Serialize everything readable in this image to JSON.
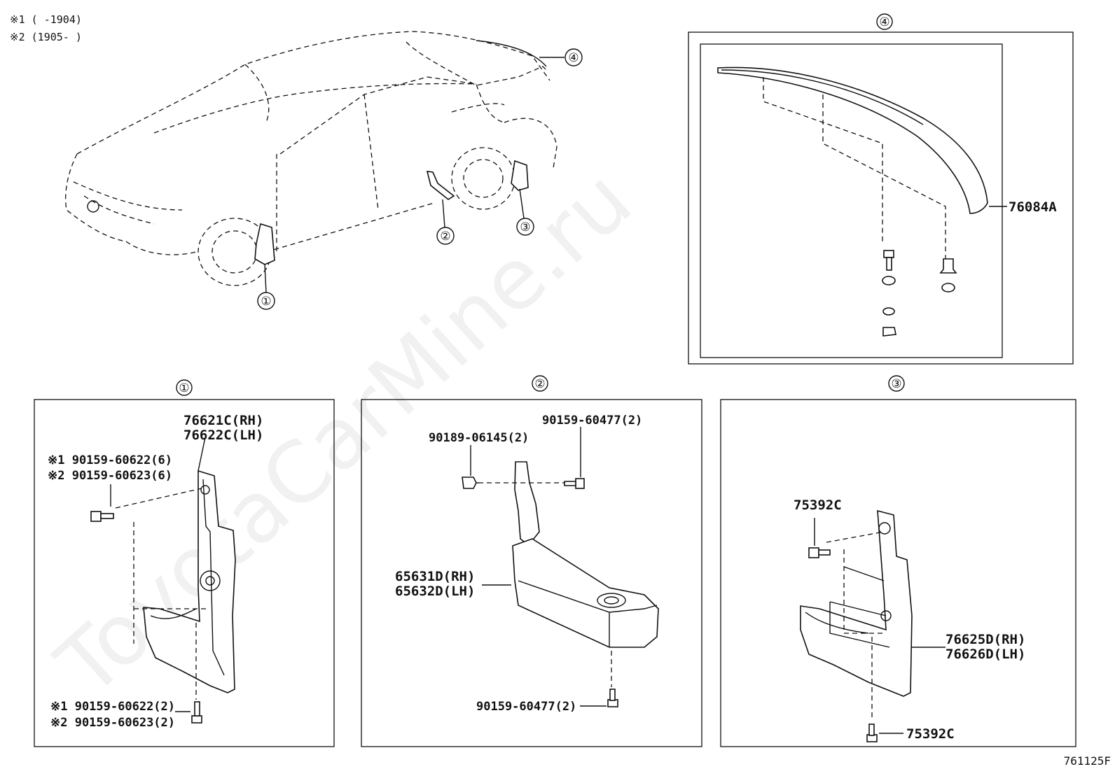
{
  "notes": {
    "note1": "※1 (    -1904)",
    "note2": "※2 (1905-    )"
  },
  "watermark": "ToyotaCarMine.ru",
  "callouts": {
    "c1": "①",
    "c2": "②",
    "c3": "③",
    "c4": "④"
  },
  "panel4": {
    "title": "④",
    "spoiler": "76084A"
  },
  "panel1": {
    "title": "①",
    "flap_rh": "76621C(RH)",
    "flap_lh": "76622C(LH)",
    "screw_top_1": "※1 90159-60622(6)",
    "screw_top_2": "※2 90159-60623(6)",
    "screw_bot_1": "※1 90159-60622(2)",
    "screw_bot_2": "※2 90159-60623(2)"
  },
  "panel2": {
    "title": "②",
    "clip": "90189-06145(2)",
    "screw_top": "90159-60477(2)",
    "guard_rh": "65631D(RH)",
    "guard_lh": "65632D(LH)",
    "screw_bot": "90159-60477(2)"
  },
  "panel3": {
    "title": "③",
    "screw_top": "75392C",
    "flap_rh": "76625D(RH)",
    "flap_lh": "76626D(LH)",
    "screw_bot": "75392C"
  },
  "figure_code": "761125F"
}
